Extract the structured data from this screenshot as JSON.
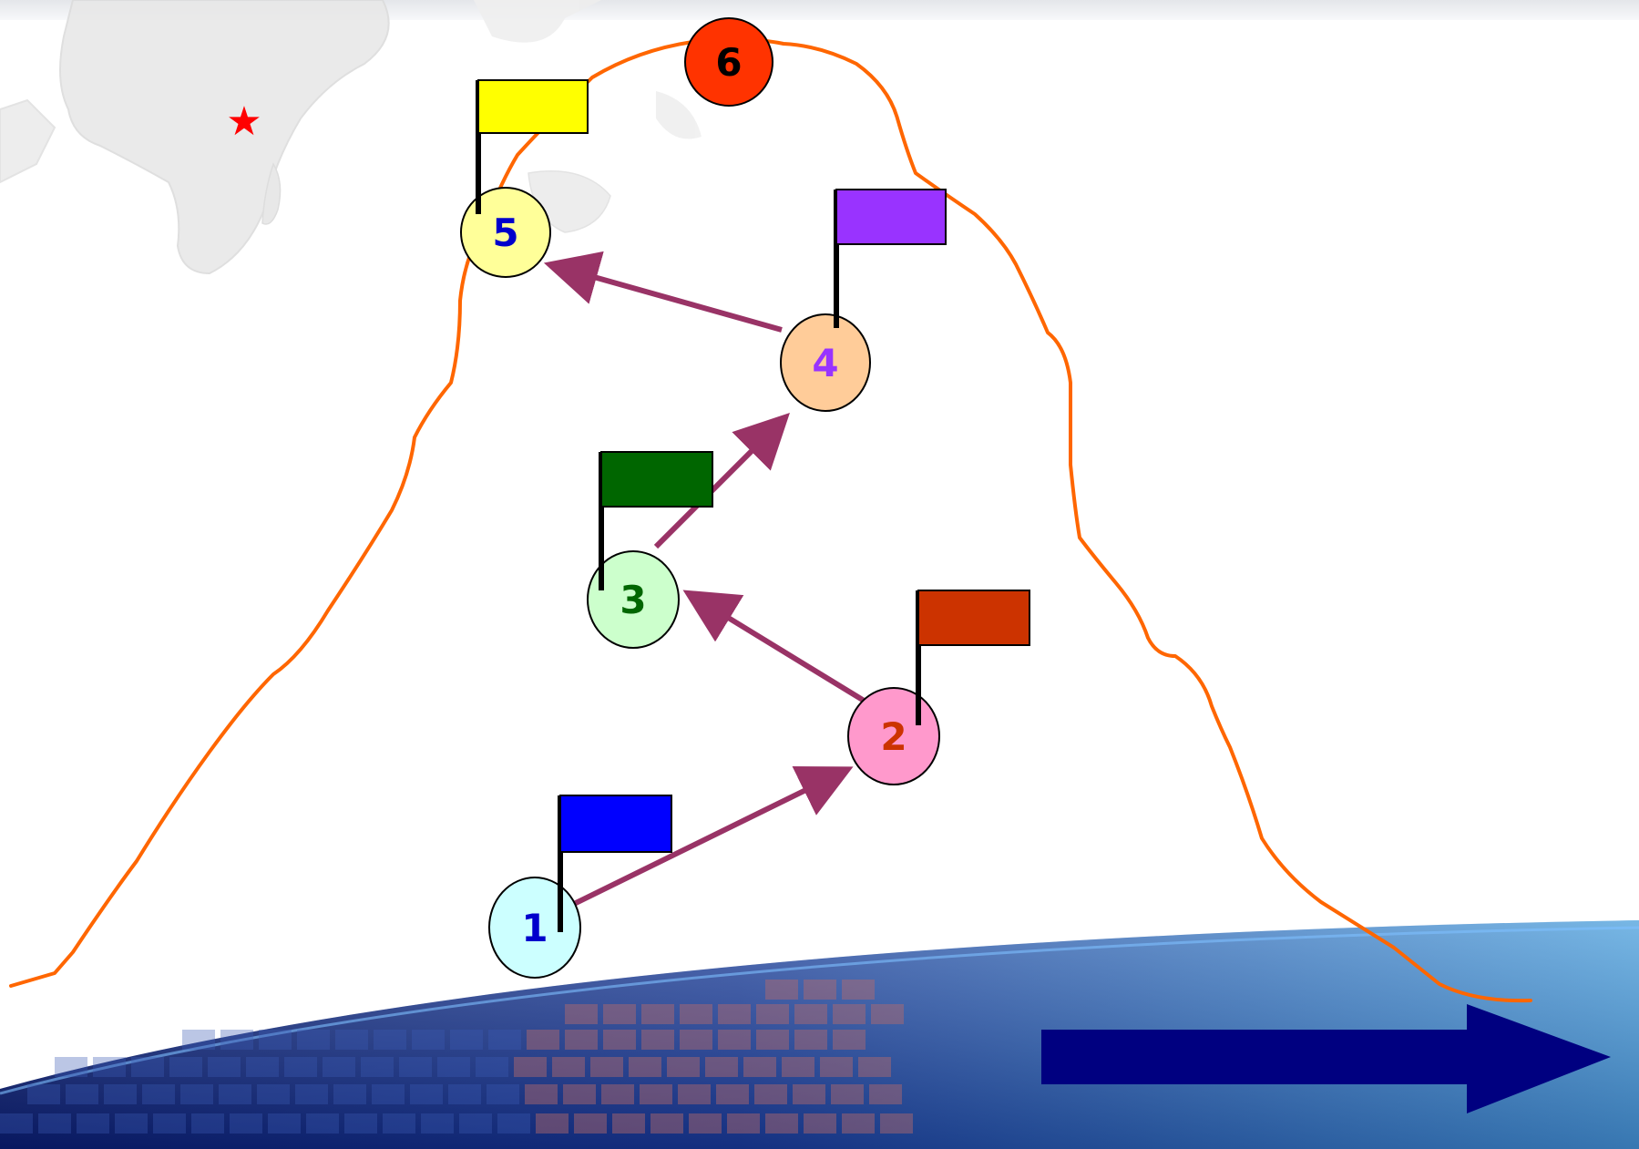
{
  "diagram": {
    "nodes": [
      {
        "id": "node-1",
        "label": "1",
        "fill": "#ccffff",
        "text_color": "#0000cc",
        "flag_color": "#0000ff"
      },
      {
        "id": "node-2",
        "label": "2",
        "fill": "#ff99cc",
        "text_color": "#cc3300",
        "flag_color": "#cc3300"
      },
      {
        "id": "node-3",
        "label": "3",
        "fill": "#ccffcc",
        "text_color": "#006600",
        "flag_color": "#006600"
      },
      {
        "id": "node-4",
        "label": "4",
        "fill": "#ffcc99",
        "text_color": "#9933ff",
        "flag_color": "#9933ff"
      },
      {
        "id": "node-5",
        "label": "5",
        "fill": "#ffff99",
        "text_color": "#0000cc",
        "flag_color": "#ffff00"
      },
      {
        "id": "node-6",
        "label": "6",
        "fill": "#ff3300",
        "text_color": "#000000"
      }
    ],
    "edges": [
      {
        "from": "1",
        "to": "2"
      },
      {
        "from": "2",
        "to": "3"
      },
      {
        "from": "3",
        "to": "4"
      },
      {
        "from": "4",
        "to": "5"
      }
    ],
    "colors": {
      "mountain_outline": "#ff6600",
      "edge_arrow": "#993366",
      "big_arrow": "#000080",
      "star": "#ff0000",
      "band_blue": "#1b3f9a",
      "band_light": "#4aa3e0"
    },
    "icons": {
      "star": "star-icon",
      "big_arrow": "right-arrow-icon"
    }
  }
}
